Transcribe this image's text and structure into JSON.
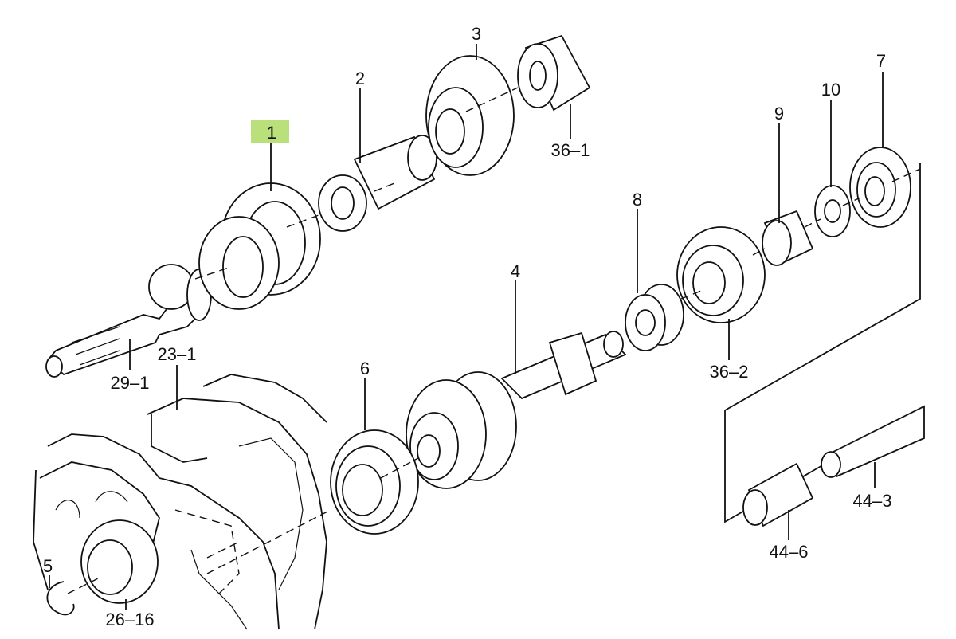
{
  "parts": [
    {
      "id": "callout-1",
      "label": "1"
    },
    {
      "id": "callout-2",
      "label": "2"
    },
    {
      "id": "callout-3",
      "label": "3"
    },
    {
      "id": "callout-36-1",
      "label": "36–1"
    },
    {
      "id": "callout-7",
      "label": "7"
    },
    {
      "id": "callout-10",
      "label": "10"
    },
    {
      "id": "callout-9",
      "label": "9"
    },
    {
      "id": "callout-8",
      "label": "8"
    },
    {
      "id": "callout-4",
      "label": "4"
    },
    {
      "id": "callout-36-2",
      "label": "36–2"
    },
    {
      "id": "callout-29-1",
      "label": "29–1"
    },
    {
      "id": "callout-23-1",
      "label": "23–1"
    },
    {
      "id": "callout-6",
      "label": "6"
    },
    {
      "id": "callout-5",
      "label": "5"
    },
    {
      "id": "callout-26-16",
      "label": "26–16"
    },
    {
      "id": "callout-44-3",
      "label": "44–3"
    },
    {
      "id": "callout-44-6",
      "label": "44–6"
    }
  ],
  "highlight_color": "#b9e07a",
  "line_color": "#111111"
}
